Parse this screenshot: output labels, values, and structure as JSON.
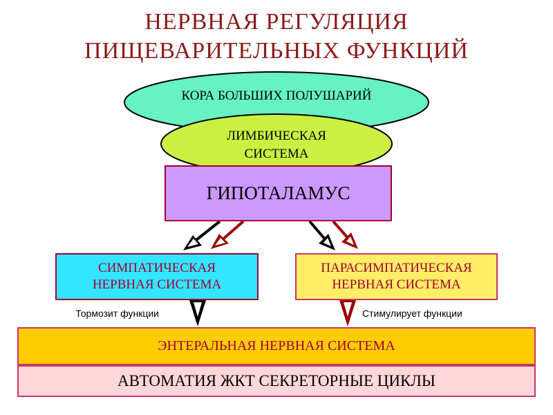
{
  "title_line1": "НЕРВНАЯ РЕГУЛЯЦИЯ",
  "title_line2": "ПИЩЕВАРИТЕЛЬНЫХ ФУНКЦИЙ",
  "cortex": "КОРА БОЛЬШИХ ПОЛУШАРИЙ",
  "limbic_line1": "ЛИМБИЧЕСКАЯ",
  "limbic_line2": "СИСТЕМА",
  "hypothalamus": "ГИПОТАЛАМУС",
  "sympathetic_line1": "СИМПАТИЧЕСКАЯ",
  "sympathetic_line2": "НЕРВНАЯ СИСТЕМА",
  "parasympathetic_line1": "ПАРАСИМПАТИЧЕСКАЯ",
  "parasympathetic_line2": "НЕРВНАЯ СИСТЕМА",
  "inhibits": "Тормозит функции",
  "stimulates": "Стимулирует функции",
  "enteric": "ЭНТЕРАЛЬНАЯ НЕРВНАЯ СИСТЕМА",
  "automation": "АВТОМАТИЯ ЖКТ СЕКРЕТОРНЫЕ ЦИКЛЫ",
  "colors": {
    "title": "#8b1a1a",
    "cortex_fill": "#66f2c3",
    "limbic_fill": "#ccf041",
    "hypothalamus_fill": "#cc99ff",
    "sympathetic_fill": "#33e5ff",
    "parasympathetic_fill": "#ffee66",
    "enteric_fill": "#ffcc00",
    "automation_fill": "#ffd6da",
    "arrow_red": "#990000"
  }
}
